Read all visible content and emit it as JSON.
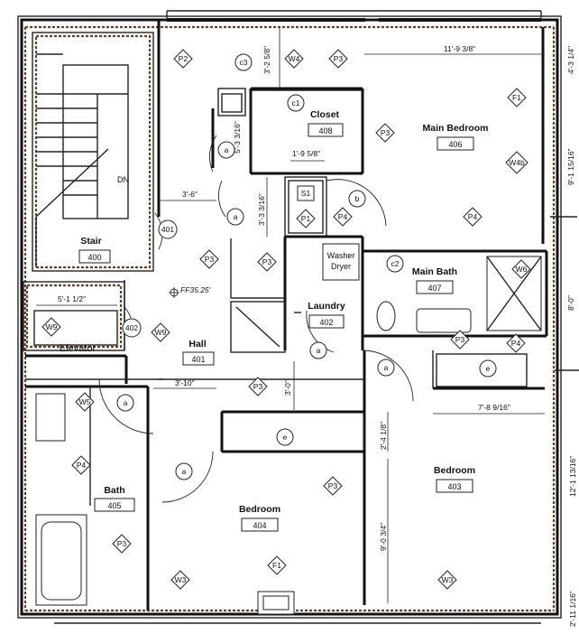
{
  "rooms": {
    "stair": {
      "name": "Stair",
      "number": "400"
    },
    "hall": {
      "name": "Hall",
      "number": "401"
    },
    "laundry": {
      "name": "Laundry",
      "number": "402"
    },
    "bedroom_403": {
      "name": "Bedroom",
      "number": "403"
    },
    "bedroom_404": {
      "name": "Bedroom",
      "number": "404"
    },
    "bath": {
      "name": "Bath",
      "number": "405"
    },
    "main_bedroom": {
      "name": "Main Bedroom",
      "number": "406"
    },
    "main_bath": {
      "name": "Main Bath",
      "number": "407"
    },
    "closet": {
      "name": "Closet",
      "number": "408"
    },
    "elevator": {
      "name": "Elevator"
    }
  },
  "labels": {
    "stair_dn": "DN",
    "washer_line1": "Washer",
    "washer_line2": "Dryer",
    "elevation_mark": "FF35.25'"
  },
  "dimensions": {
    "d_11_9_3_8": "11'-9 3/8\"",
    "d_3_2_5_8": "3'-2 5/8\"",
    "d_4_3_1_4": "4'-3 1/4\"",
    "d_5_3_3_16": "5'-3 3/16\"",
    "d_1_9_5_8": "1'-9 5/8\"",
    "d_3_3_3_16": "3'-3 3/16\"",
    "d_3_6": "3'-6\"",
    "d_9_1_15_16": "9'-1 15/16\"",
    "d_5_1_1_2": "5'-1 1/2\"",
    "d_8_0": "8'-0\"",
    "d_3_10": "3'-10\"",
    "d_3_0": "3'-0\"",
    "d_7_8_9_16": "7'-8 9/16\"",
    "d_2_4_1_8": "2'-4 1/8\"",
    "d_12_1_13_16": "12'-1 13/16\"",
    "d_9_0_3_4": "9'-0 3/4\"",
    "d_2_11_1_16": "2'-11 1/16\""
  },
  "tags": {
    "P1": "P1",
    "P2": "P2",
    "P3": "P3",
    "P4": "P4",
    "W3": "W3",
    "W4": "W4",
    "W4b": "W4b",
    "W5": "W5",
    "W6": "W6",
    "W9": "W9",
    "F1": "F1",
    "S1": "S1",
    "a": "a",
    "b": "b",
    "c1": "c1",
    "c2": "c2",
    "c3": "c3",
    "e": "e",
    "e401": "401",
    "e402": "402"
  }
}
